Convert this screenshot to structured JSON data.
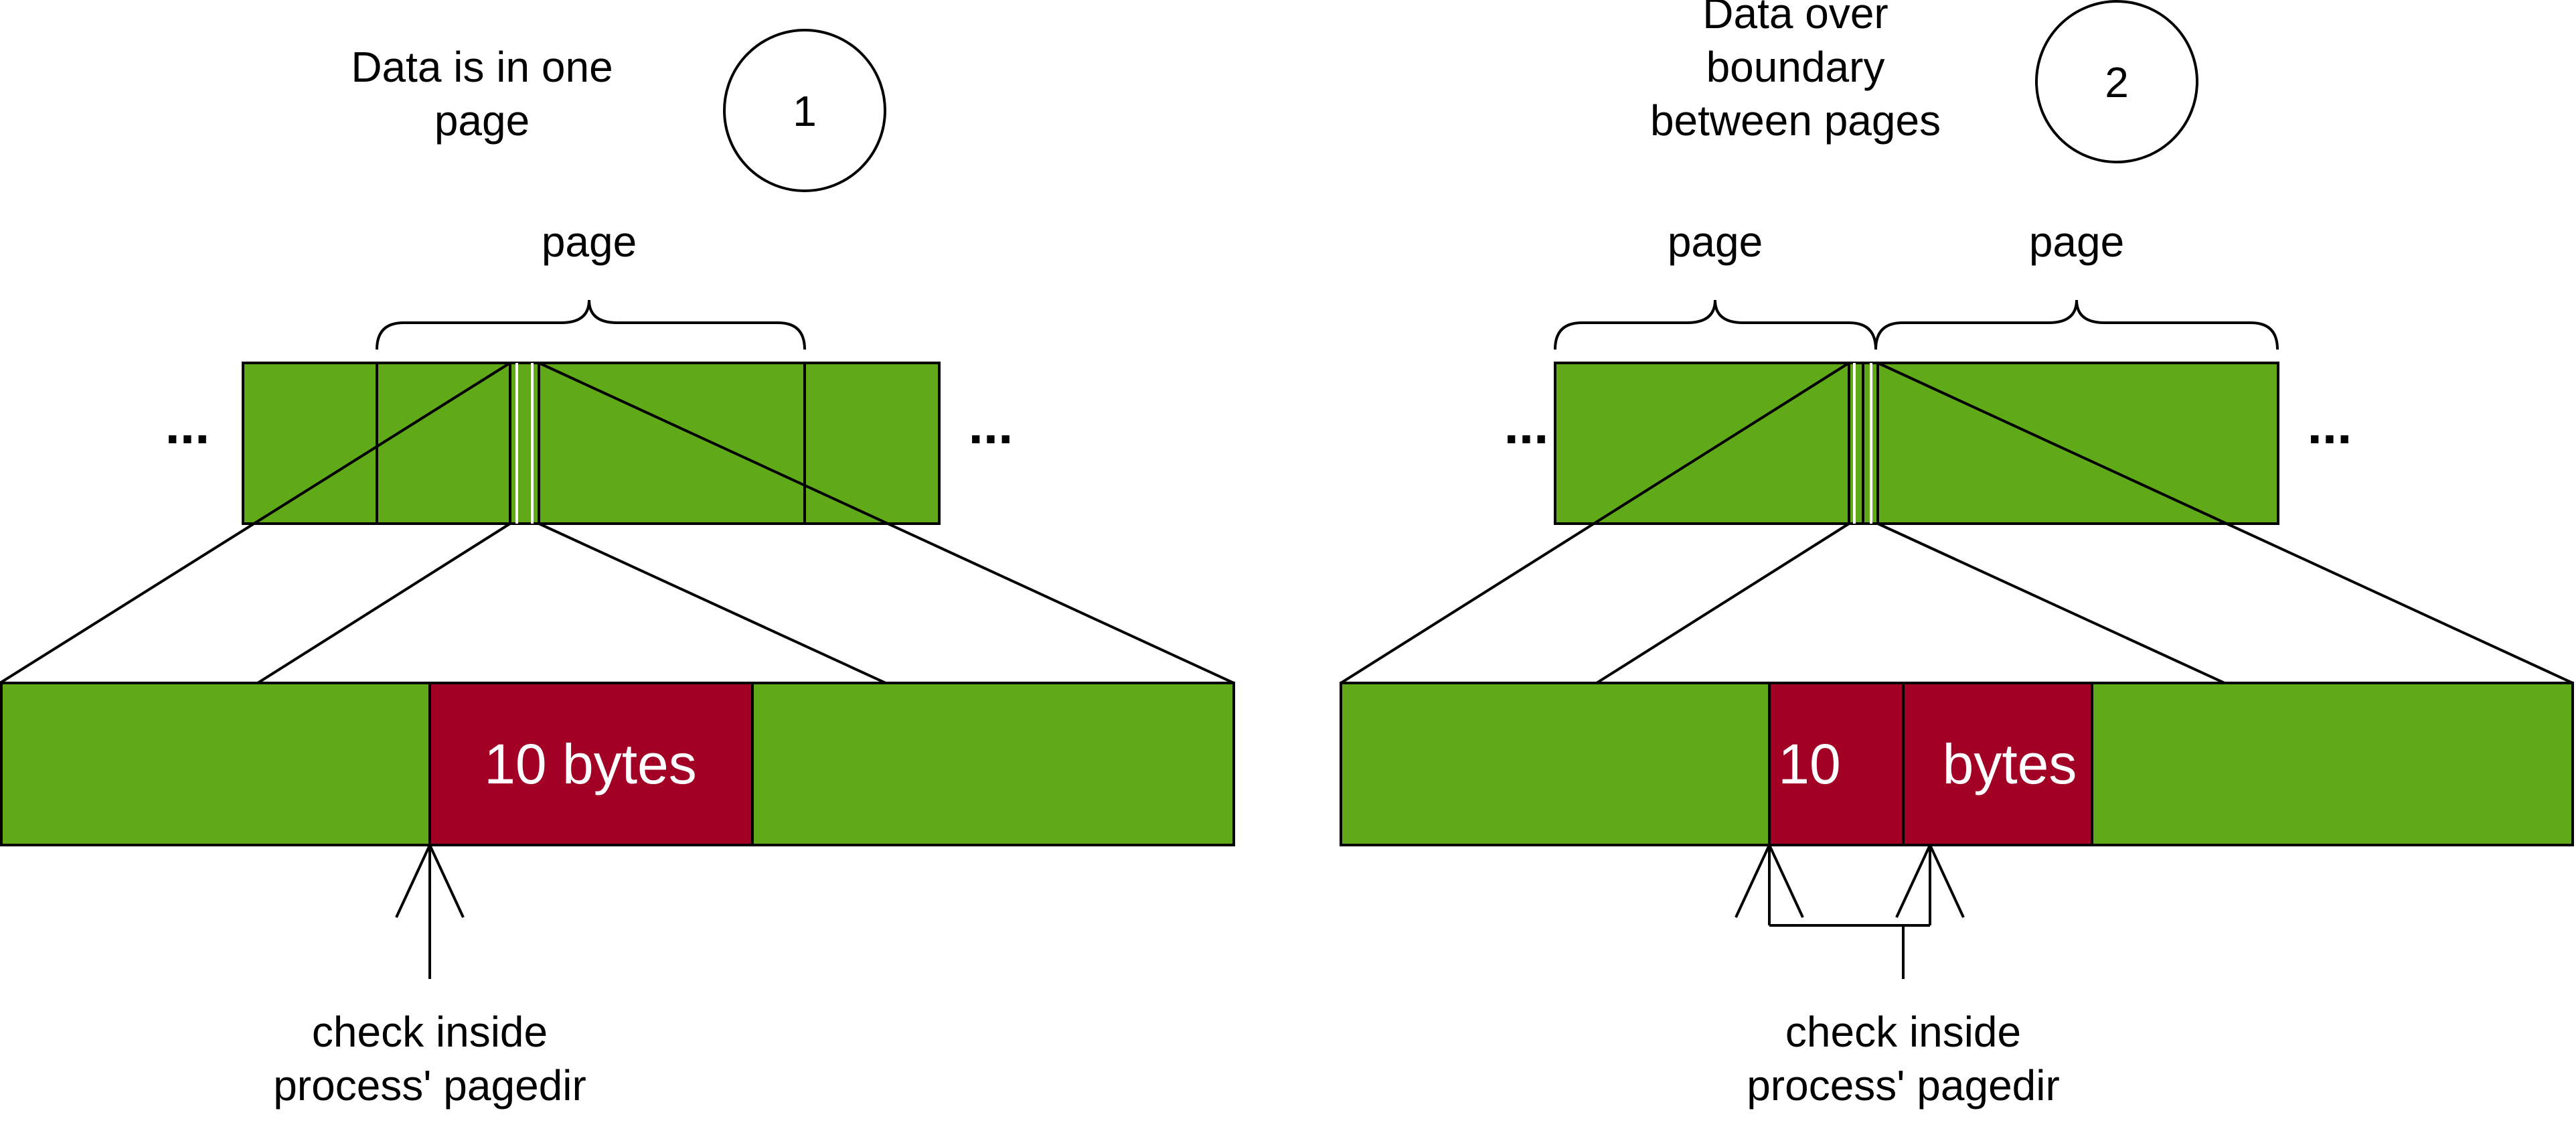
{
  "colors": {
    "page_green": "#60a918",
    "data_red": "#a20025",
    "outline": "#000000",
    "white": "#ffffff"
  },
  "left": {
    "caption": "Data is in one\npage",
    "number": "1",
    "brace_label": "page",
    "ellipsis_left": "...",
    "ellipsis_right": "...",
    "data_label": "10 bytes",
    "check_label": "check inside\nprocess' pagedir"
  },
  "right": {
    "caption": "Data over\nboundary\nbetween pages",
    "number": "2",
    "brace_label_1": "page",
    "brace_label_2": "page",
    "ellipsis_left": "...",
    "ellipsis_right": "...",
    "data_label_1": "10",
    "data_label_2": "bytes",
    "check_label": "check inside\nprocess' pagedir"
  }
}
